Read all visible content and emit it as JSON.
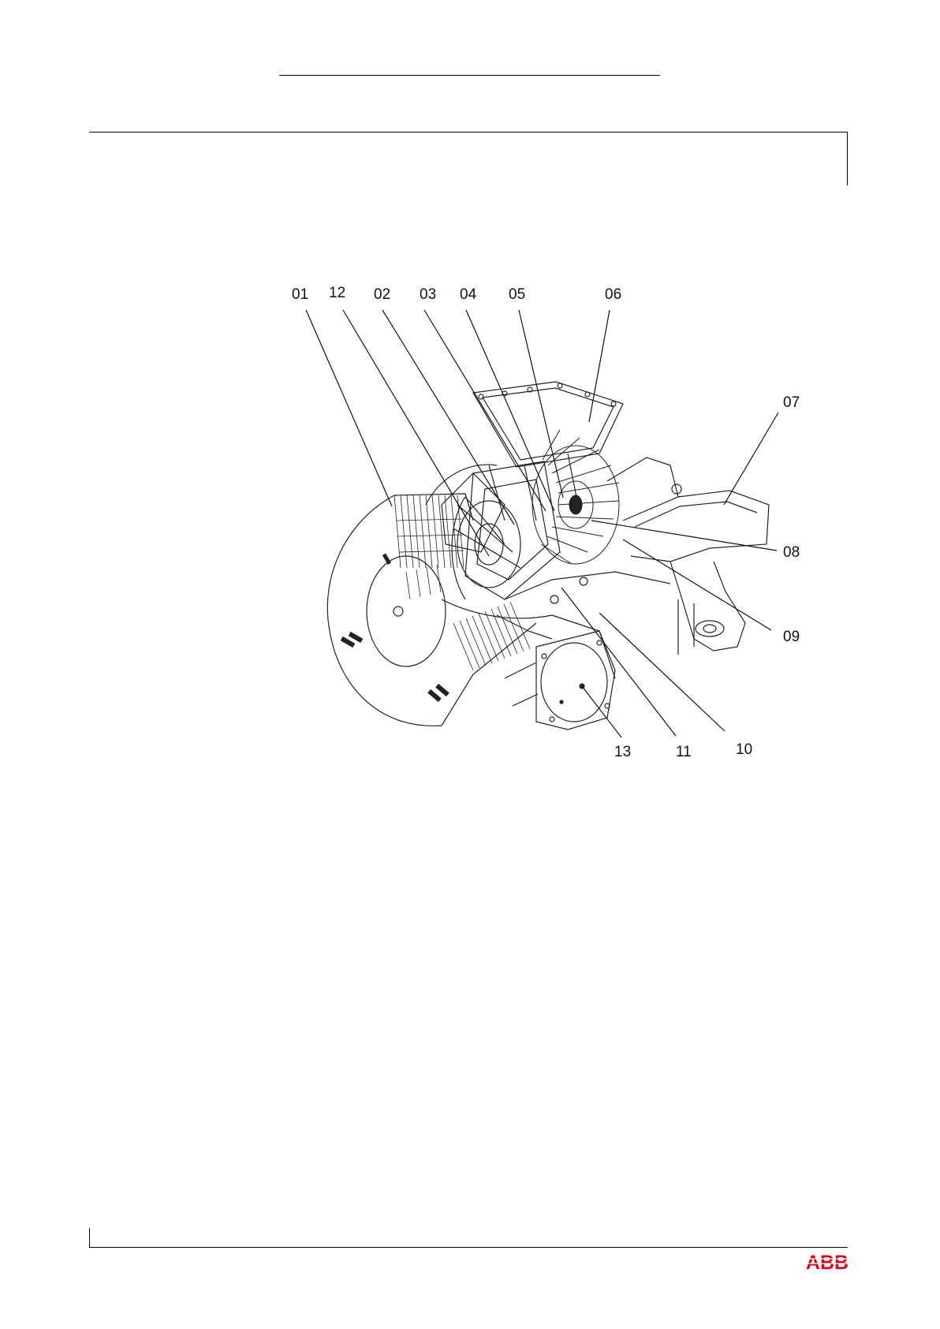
{
  "figure": {
    "callouts": [
      {
        "id": "01",
        "text": "01"
      },
      {
        "id": "12",
        "text": "12"
      },
      {
        "id": "02",
        "text": "02"
      },
      {
        "id": "03",
        "text": "03"
      },
      {
        "id": "04",
        "text": "04"
      },
      {
        "id": "05",
        "text": "05"
      },
      {
        "id": "06",
        "text": "06"
      },
      {
        "id": "07",
        "text": "07"
      },
      {
        "id": "08",
        "text": "08"
      },
      {
        "id": "09",
        "text": "09"
      },
      {
        "id": "10",
        "text": "10"
      },
      {
        "id": "11",
        "text": "11"
      },
      {
        "id": "13",
        "text": "13"
      }
    ]
  },
  "footer": {
    "logo_text": "ABB",
    "logo_color": "#e2001a"
  }
}
